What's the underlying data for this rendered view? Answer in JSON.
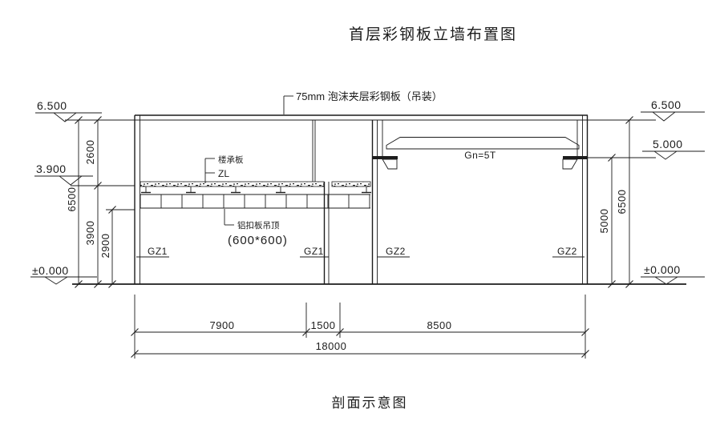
{
  "titles": {
    "top": "首层彩钢板立墙布置图",
    "bottom": "剖面示意图"
  },
  "labels": {
    "roof_panel": "75mm 泡沫夹层彩钢板（吊装）",
    "floor_deck": "楼承板",
    "main_beam": "ZL",
    "ceiling": "铝扣板吊顶",
    "ceiling_grid_size": "(600*600)",
    "crane_capacity": "Gn=5T"
  },
  "elevation_markers": {
    "left_top": "6.500",
    "left_mid": "3.900",
    "left_base": "±0.000",
    "right_top": "6.500",
    "right_mid": "5.000",
    "right_base": "±0.000"
  },
  "dims": {
    "left_total": "6500",
    "left_upper": "2600",
    "left_lower": "3900",
    "left_ceiling": "2900",
    "right_crane": "5000",
    "right_total": "6500",
    "bottom_spans": [
      "7900",
      "1500",
      "8500"
    ],
    "bottom_total": "18000"
  },
  "columns": {
    "gz1_left": "GZ1",
    "gz1_mid": "GZ1",
    "gz2_mid": "GZ2",
    "gz2_right": "GZ2"
  },
  "colors": {
    "line": "#1c1c1c",
    "background": "#ffffff"
  }
}
